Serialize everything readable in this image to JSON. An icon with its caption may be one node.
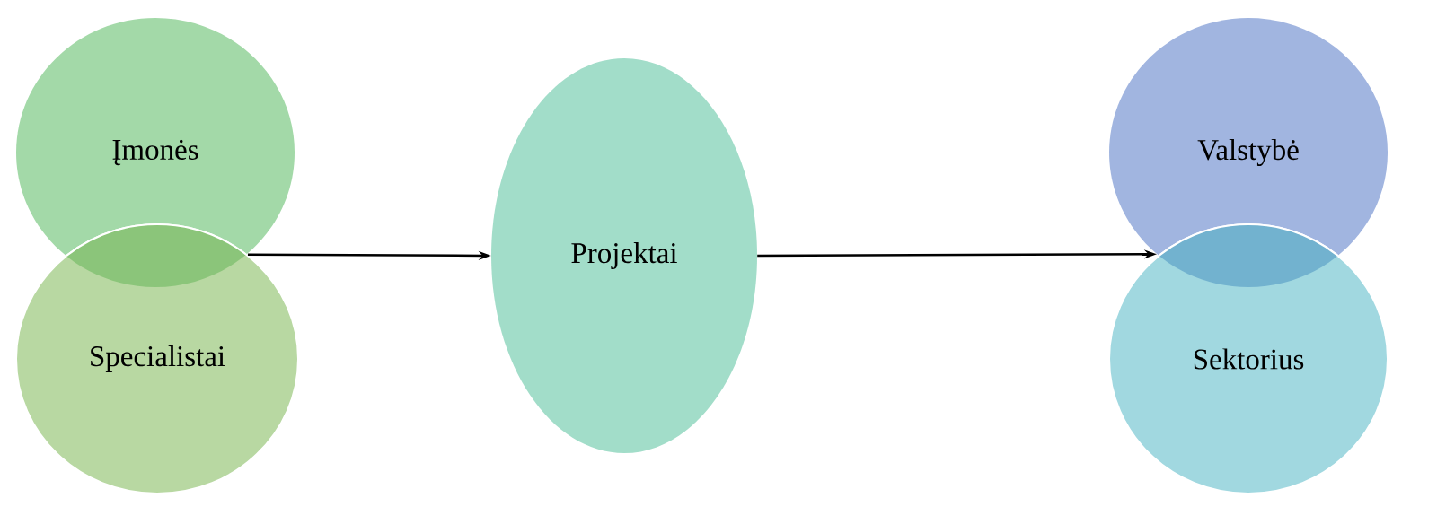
{
  "diagram": {
    "nodes": [
      {
        "text": [
          "Įmonės"
        ]
      },
      {
        "text": [
          "Specialistai"
        ]
      },
      {
        "text": [
          "Projektai"
        ]
      },
      {
        "text": [
          "Valstybė"
        ]
      },
      {
        "text": [
          "Sektorius"
        ]
      }
    ],
    "edges": [
      {
        "from": 1,
        "to": 2,
        "arrow": "to"
      },
      {
        "from": 2,
        "to": 3,
        "arrow": "to"
      }
    ]
  }
}
